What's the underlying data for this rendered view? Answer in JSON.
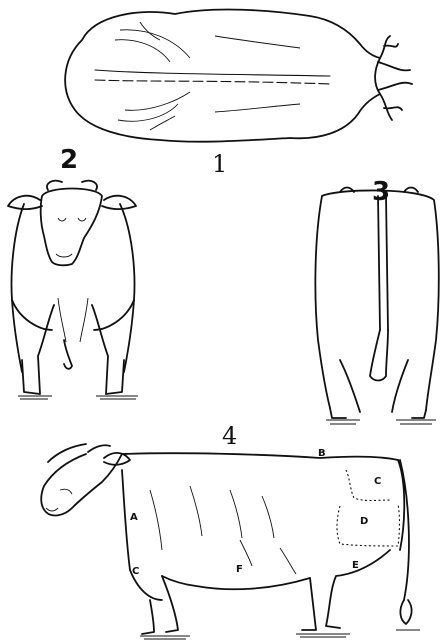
{
  "figures": [
    {
      "number": "1"
    },
    {
      "number": "2"
    },
    {
      "number": "3"
    },
    {
      "number": "4"
    }
  ],
  "regions": {
    "A": "A",
    "B": "B",
    "C_upper": "C",
    "C_lower": "C",
    "D": "D",
    "E": "E",
    "F": "F"
  }
}
